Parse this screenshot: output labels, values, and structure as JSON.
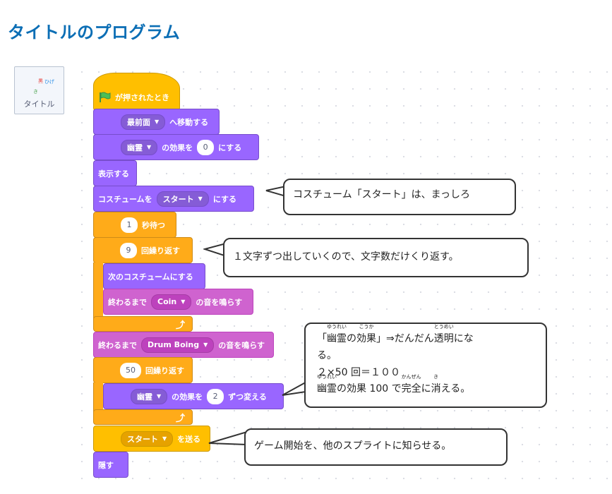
{
  "page": {
    "title": "タイトルのプログラム"
  },
  "sprite": {
    "name": "タイトル",
    "thumb_chars": [
      "黒",
      "ひげ",
      "き"
    ]
  },
  "blocks": {
    "flag_clicked": "が押されたとき",
    "goto_layer_value": "最前面",
    "goto_layer_suffix": "へ移動する",
    "effect1_value": "幽霊",
    "effect1_mid": "の効果を",
    "effect1_num": "0",
    "effect1_suffix": "にする",
    "show": "表示する",
    "costume_prefix": "コスチュームを",
    "costume_value": "スタート",
    "costume_suffix": "にする",
    "wait_num": "1",
    "wait_label": "秒待つ",
    "repeat1_num": "9",
    "repeat1_label": "回繰り返す",
    "next_costume": "次のコスチュームにする",
    "sound1_prefix": "終わるまで",
    "sound1_value": "Coin",
    "sound1_suffix": "の音を鳴らす",
    "sound2_prefix": "終わるまで",
    "sound2_value": "Drum Boing",
    "sound2_suffix": "の音を鳴らす",
    "repeat2_num": "50",
    "repeat2_label": "回繰り返す",
    "effect2_value": "幽霊",
    "effect2_mid": "の効果を",
    "effect2_num": "2",
    "effect2_suffix": "ずつ変える",
    "broadcast_value": "スタート",
    "broadcast_suffix": "を送る",
    "hide": "隠す",
    "loop_arrow": "⤴"
  },
  "notes": {
    "costume_note": "コスチューム「スタート」は、まっしろ",
    "repeat_note": "１文字ずつ出していくので、文字数だけくり返す。",
    "ghost_line1_pre": "「",
    "ghost_line1_ruby1": "幽霊",
    "ghost_line1_ruby1_rt": "ゆうれい",
    "ghost_line1_mid": "の",
    "ghost_line1_ruby2": "効果",
    "ghost_line1_ruby2_rt": "こうか",
    "ghost_line1_post": "」⇒だんだん",
    "ghost_line1_ruby3": "透明",
    "ghost_line1_ruby3_rt": "とうめい",
    "ghost_line1_end": "にな",
    "ghost_line2": "る。",
    "ghost_line3": "２×50 回＝１００",
    "ghost_line4_ruby1": "幽霊",
    "ghost_line4_ruby1_rt": "ゆうれい",
    "ghost_line4_mid": "の効果 100 で",
    "ghost_line4_ruby2": "完全",
    "ghost_line4_ruby2_rt": "かんぜん",
    "ghost_line4_mid2": "に",
    "ghost_line4_ruby3": "消",
    "ghost_line4_ruby3_rt": "き",
    "ghost_line4_end": "える。",
    "broadcast_note": "ゲーム開始を、他のスプライトに知らせる。"
  },
  "colors": {
    "title": "#0b6eb5",
    "events": "#ffbf00",
    "looks": "#9966ff",
    "control": "#ffab19",
    "sound": "#cf63cf",
    "flag": "#4cbf56"
  }
}
